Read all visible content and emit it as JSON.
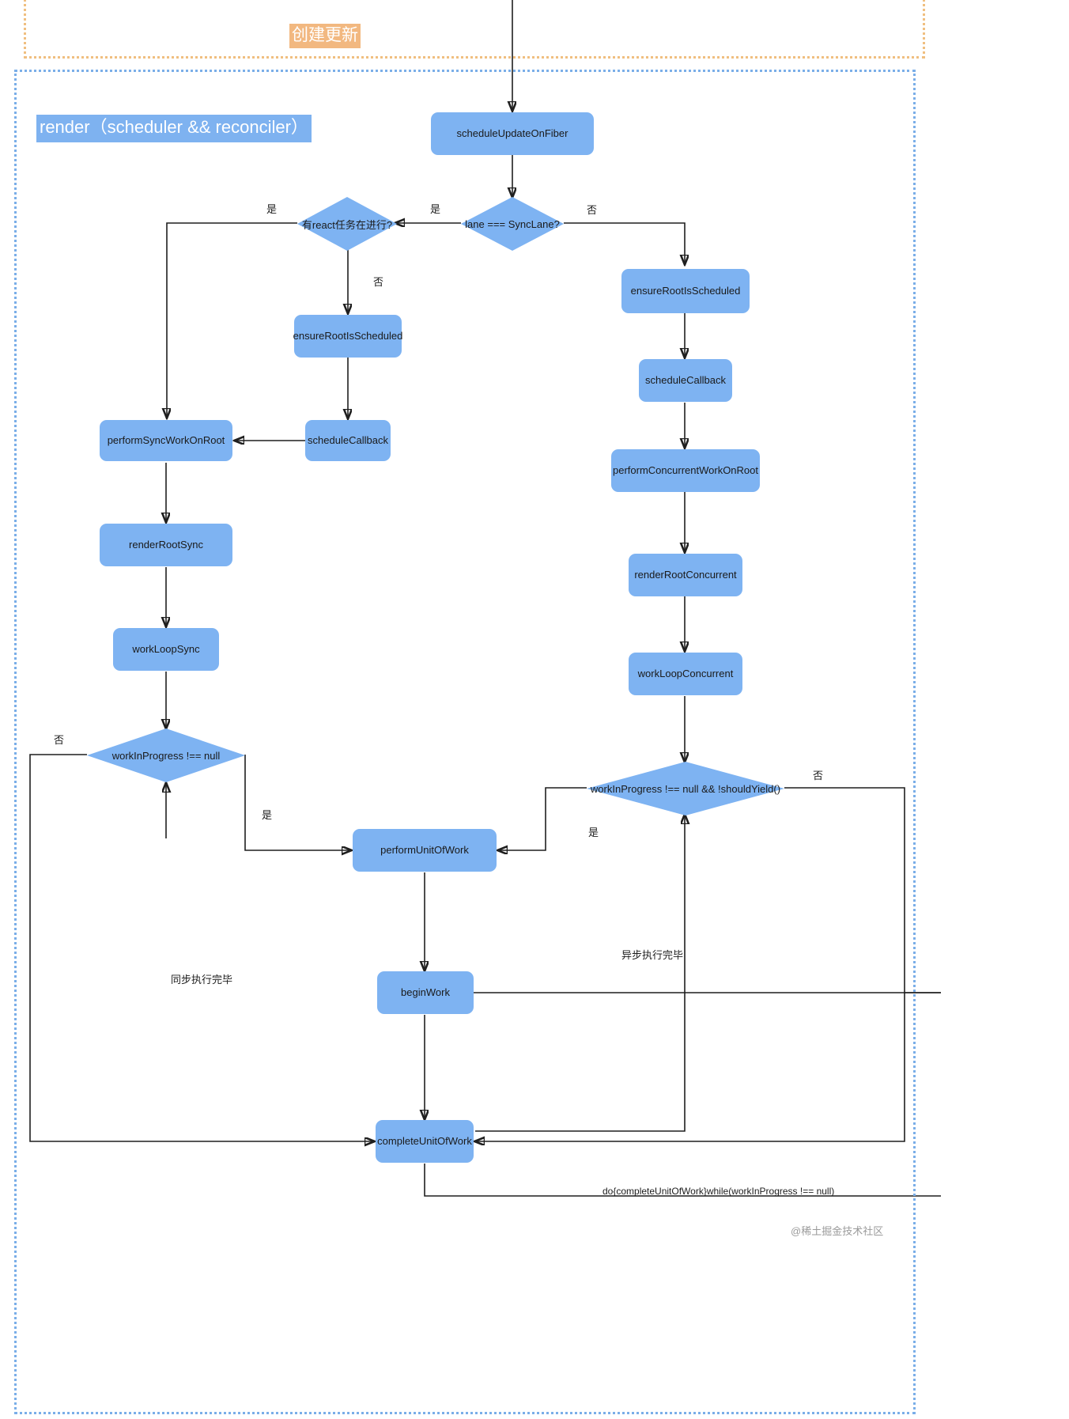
{
  "groups": {
    "create": {
      "title": "创建更新",
      "color": "#f2b880"
    },
    "render": {
      "title": "render（scheduler && reconciler）",
      "color": "#7eb2f0"
    }
  },
  "nodes": {
    "schedule_update_on_fiber": "scheduleUpdateOnFiber",
    "has_react_task": "有react任务在进行?",
    "lane_is_sync": "lane === SyncLane?",
    "ensure_root_scheduled_sync": "ensureRootIsScheduled",
    "ensure_root_scheduled_concurrent": "ensureRootIsScheduled",
    "schedule_callback_sync": "scheduleCallback",
    "schedule_callback_concurrent": "scheduleCallback",
    "perform_sync_work_on_root": "performSyncWorkOnRoot",
    "perform_concurrent_work_on_root": "performConcurrentWorkOnRoot",
    "render_root_sync": "renderRootSync",
    "render_root_concurrent": "renderRootConcurrent",
    "work_loop_sync": "workLoopSync",
    "work_loop_concurrent": "workLoopConcurrent",
    "wip_not_null": "workInProgress !== null",
    "wip_not_null_should_yield": "workInProgress !== null && !shouldYield()",
    "perform_unit_of_work": "performUnitOfWork",
    "begin_work": "beginWork",
    "complete_unit_of_work": "completeUnitOfWork"
  },
  "edge_labels": {
    "yes_1": "是",
    "yes_2": "是",
    "no_1": "否",
    "no_2": "否",
    "no_3": "否",
    "no_4": "否",
    "yes_3": "是",
    "yes_4": "是",
    "sync_done": "同步执行完毕",
    "async_done": "异步执行完毕",
    "do_while": "do{completeUnitOfWork}while(workInProgress !== null)"
  },
  "watermark": "@稀土掘金技术社区",
  "colors": {
    "node_fill": "#7eb3f2",
    "create_chip": "#f2b880",
    "render_chip": "#7eb2f0",
    "edge": "#1f1f1f",
    "create_border": "#f0bf80",
    "render_border": "#7aaee8"
  }
}
